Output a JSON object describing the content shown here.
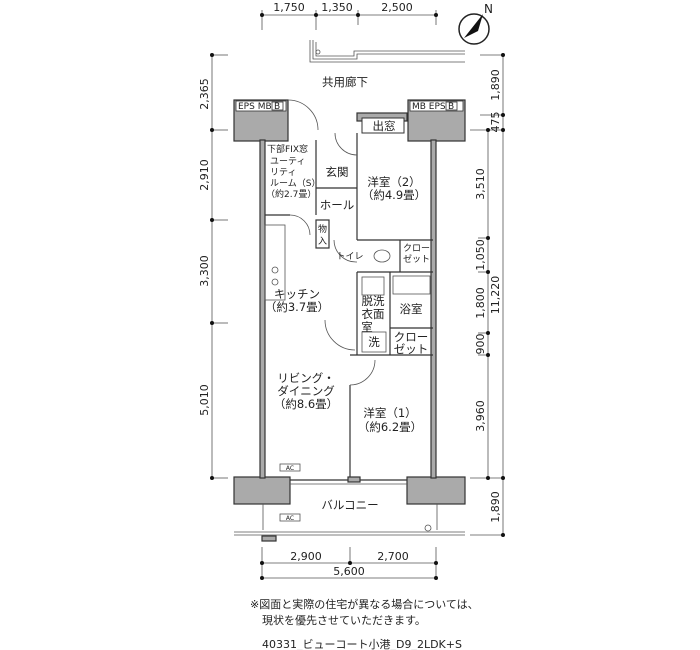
{
  "dimensions": {
    "top": [
      "1,750",
      "1,350",
      "2,500"
    ],
    "left": [
      "2,365",
      "2,910",
      "3,300",
      "5,010"
    ],
    "right_outer": [
      "1,890",
      "475",
      "11,220",
      "1,890"
    ],
    "right_inner": [
      "3,510",
      "1,050",
      "1,800",
      "900",
      "3,960"
    ],
    "bottom": [
      "2,900",
      "2,700"
    ],
    "bottom_total": "5,600"
  },
  "compass": {
    "label": "N"
  },
  "rooms": {
    "corridor": "共用廊下",
    "eps_left": "EPS MB",
    "eps_right": "MB EPS",
    "meter_box": "B",
    "bay_window": "出窓",
    "fix_window": "下部FIX窓",
    "utility": [
      "ユーティ",
      "リティ",
      "ルーム（S）",
      "（約2.7畳）"
    ],
    "entrance": "玄関",
    "western2": [
      "洋室（2）",
      "（約4.9畳）"
    ],
    "hall": "ホール",
    "storage": [
      "物",
      "入"
    ],
    "toilet": "トイレ",
    "closet1": [
      "クロー",
      "ゼット"
    ],
    "washroom": [
      "脱洗",
      "衣面",
      "室"
    ],
    "bath": "浴室",
    "washer": "洗",
    "closet2": [
      "クロー",
      "ゼット"
    ],
    "kitchen": [
      "キッチン",
      "（約3.7畳）"
    ],
    "living": [
      "リビング・",
      "ダイニング",
      "（約8.6畳）"
    ],
    "western1": [
      "洋室（1）",
      "（約6.2畳）"
    ],
    "balcony": "バルコニー",
    "ac": "AC"
  },
  "notes": [
    "※図面と実際の住宅が異なる場合については、",
    "現状を優先させていただきます。"
  ],
  "caption": "40331_ビューコート小港_D9_2LDK+S"
}
